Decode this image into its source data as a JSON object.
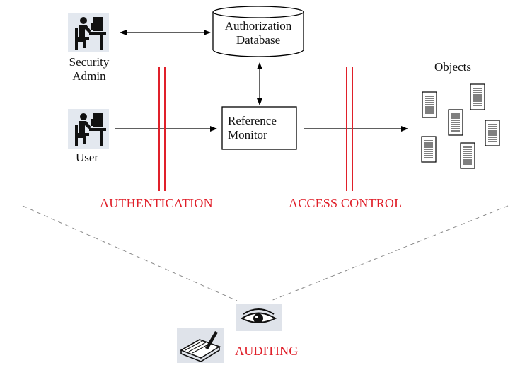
{
  "nodes": {
    "security_admin": "Security\nAdmin",
    "user": "User",
    "authorization_db": "Authorization\nDatabase",
    "reference_monitor": "Reference\nMonitor",
    "objects": "Objects"
  },
  "boundaries": {
    "authentication": "AUTHENTICATION",
    "access_control": "ACCESS CONTROL",
    "auditing": "AUDITING"
  },
  "icons": {
    "person_at_desk": "person-at-desk-icon",
    "document": "document-icon",
    "eye": "eye-icon",
    "logbook": "logbook-icon"
  },
  "colors": {
    "boundary": "#e0202a",
    "line": "#000000",
    "dashed": "#8a8a8a"
  }
}
